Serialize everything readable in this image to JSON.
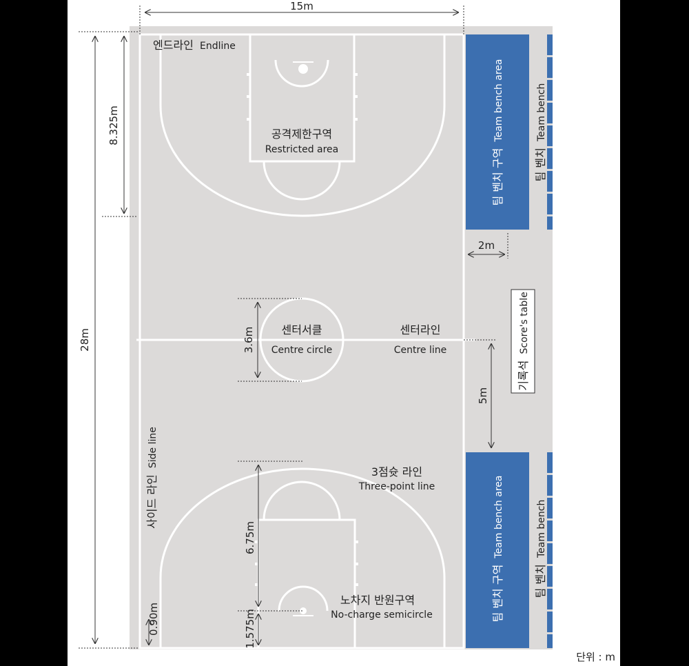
{
  "unit_note": "단위 : m",
  "dimensions": {
    "width": "15m",
    "length": "28m",
    "three_point_depth": "8.325m",
    "centre_circle_diameter": "3.6m",
    "bench_gap": "2m",
    "table_offset": "5m",
    "three_point_radius": "6.75m",
    "corner_distance": "0.90m",
    "basket_offset": "1.575m"
  },
  "labels": {
    "endline_ko": "엔드라인",
    "endline_en": "Endline",
    "restricted_ko": "공격제한구역",
    "restricted_en": "Restricted area",
    "centre_circle_ko": "센터서클",
    "centre_circle_en": "Centre circle",
    "centre_line_ko": "센터라인",
    "centre_line_en": "Centre line",
    "three_point_ko": "3점슛 라인",
    "three_point_en": "Three-point line",
    "no_charge_ko": "노차지 반원구역",
    "no_charge_en": "No-charge semicircle",
    "side_line_ko": "사이드 라인",
    "side_line_en": "Side line",
    "bench_area_ko": "팀 벤치 구역",
    "bench_area_en": "Team bench area",
    "bench_ko": "팀 벤치",
    "bench_en": "Team bench",
    "score_table_ko": "기록석",
    "score_table_en": "Score's table"
  },
  "colors": {
    "court": "#dcdad9",
    "lines": "#ffffff",
    "bench_blue": "#3c6fb0",
    "dimension": "#333333"
  }
}
